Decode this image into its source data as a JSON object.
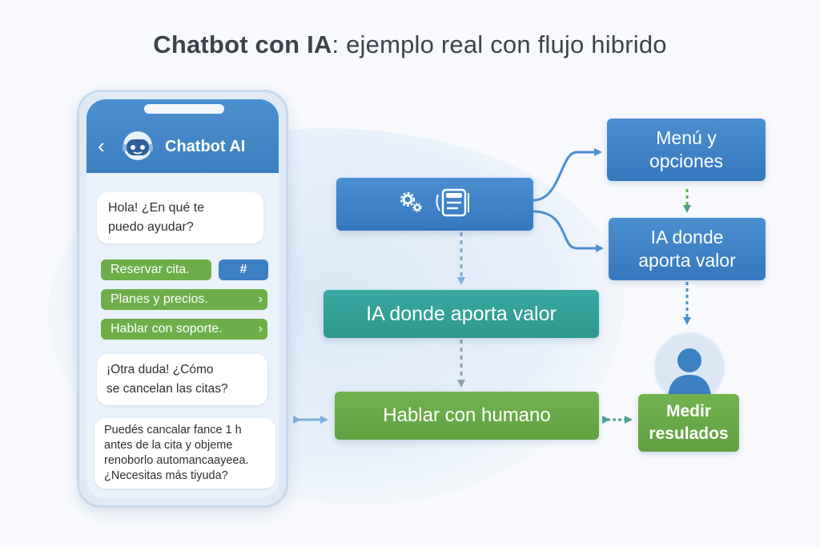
{
  "title": {
    "bold": "Chatbot con IA",
    "rest": ": ejemplo real con flujo hibrido"
  },
  "colors": {
    "blue": "#3d7fc2",
    "teal": "#2d9890",
    "green": "#62a142",
    "header": "#4b90cf"
  },
  "phone": {
    "header": {
      "back_icon": "chevron-left-icon",
      "bot_icon": "robot-icon",
      "title": "Chatbot AI"
    },
    "bubble_greeting": {
      "line1": "Hola! ¿En qué te",
      "line2": "puedo ayudar?"
    },
    "options": [
      {
        "label": "Reservar cita."
      },
      {
        "label": "Planes y precios.",
        "chevron": "›"
      },
      {
        "label": "Hablar con soporte.",
        "chevron": "›"
      }
    ],
    "hash_button": "#",
    "bubble_question": {
      "line1": "¡Otra duda! ¿Cómo",
      "line2": "se cancelan las citas?"
    },
    "bubble_answer": {
      "line1": "Puedés cancalar fance 1 h",
      "line2": "antes de la cita y objeme",
      "line3": "renoborlo automancaayeea.",
      "line4": "¿Necesitas más tiyuda?"
    }
  },
  "flow": {
    "hub_icons": [
      "gears-icon",
      "document-icon"
    ],
    "menu": {
      "line1": "Menú y",
      "line2": "opciones"
    },
    "ia_right": {
      "line1": "IA donde",
      "line2": "aporta valor"
    },
    "ia_center": "IA donde aporta valor",
    "human": "Hablar con humano",
    "avatar_icon": "person-icon",
    "measure": {
      "line1": "Medir",
      "line2": "resulados"
    }
  }
}
